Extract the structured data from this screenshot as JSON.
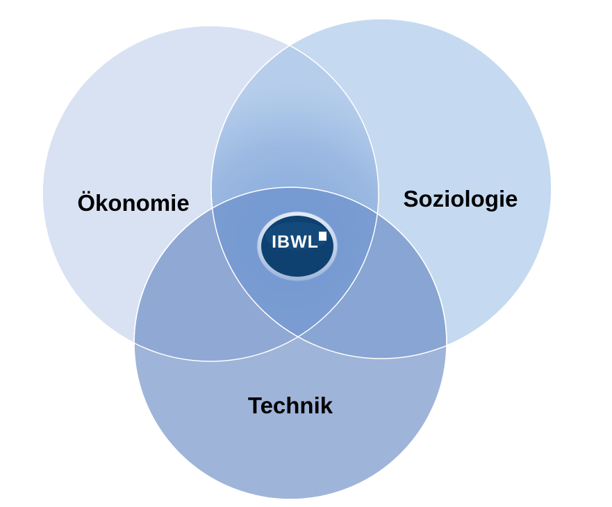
{
  "diagram": {
    "type": "venn",
    "sets": [
      {
        "id": "oekonomie",
        "label": "Ökonomie",
        "color": "#dae3f3"
      },
      {
        "id": "soziologie",
        "label": "Soziologie",
        "color": "#c5daf0"
      },
      {
        "id": "technik",
        "label": "Technik",
        "color": "#95aed6"
      }
    ],
    "center_logo": {
      "text": "IBWL",
      "ring_color": "#b9cbe6",
      "fill_color": "#0e4170",
      "notch_color": "#ffffff"
    },
    "colors": {
      "outline": "#ffffff",
      "center_highlight": "#8aa8d8",
      "center_core": "#6f97d3"
    }
  }
}
